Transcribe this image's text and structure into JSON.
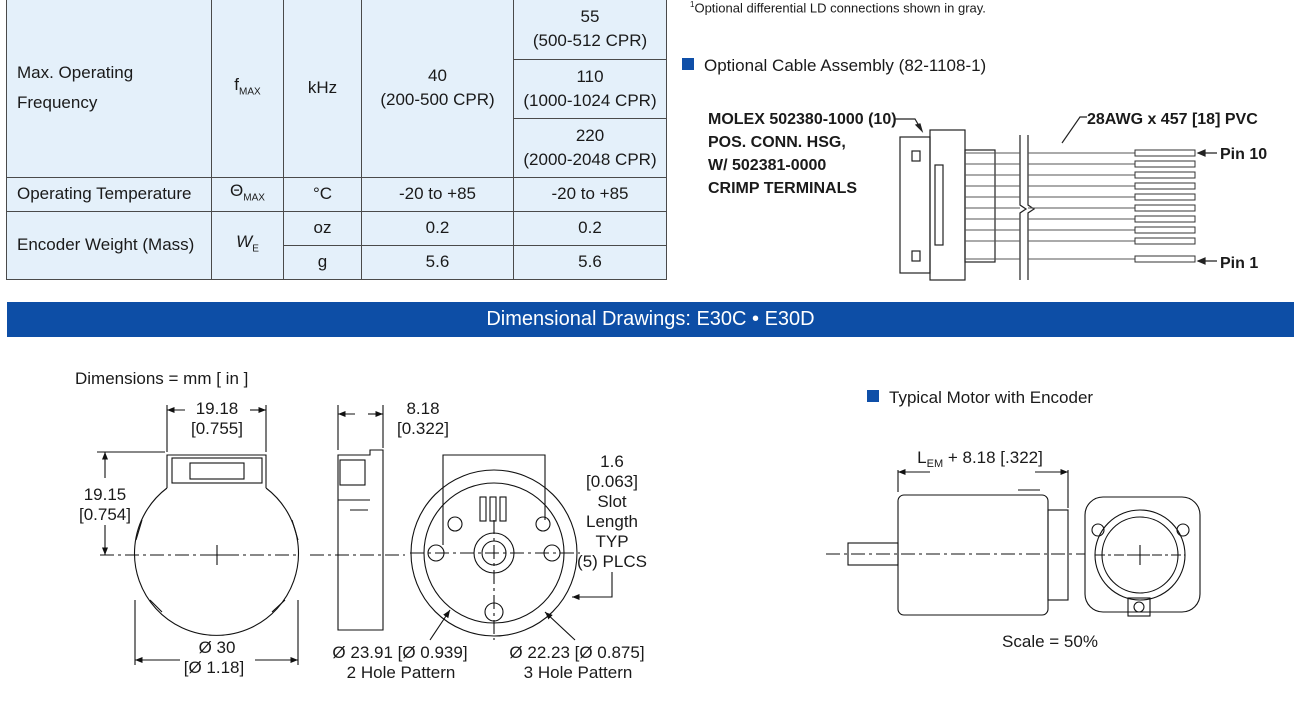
{
  "table": {
    "row_freq": {
      "label": "Max. Operating\nFrequency",
      "sym_main": "f",
      "sym_sub": "MAX",
      "unit": "kHz",
      "col1_value": "40",
      "col1_range": "(200-500 CPR)",
      "col2": [
        {
          "value": "55",
          "range": "(500-512 CPR)"
        },
        {
          "value": "110",
          "range": "(1000-1024 CPR)"
        },
        {
          "value": "220",
          "range": "(2000-2048 CPR)"
        }
      ]
    },
    "row_temp": {
      "label": "Operating Temperature",
      "sym_main": "Θ",
      "sym_sub": "MAX",
      "unit": "°C",
      "col1": "-20 to +85",
      "col2": "-20 to +85"
    },
    "row_weight": {
      "label": "Encoder Weight (Mass)",
      "sym_main": "W",
      "sym_sub": "E",
      "unit_oz": "oz",
      "oz_col1": "0.2",
      "oz_col2": "0.2",
      "unit_g": "g",
      "g_col1": "5.6",
      "g_col2": "5.6"
    }
  },
  "footnote": {
    "marker": "1",
    "text": "Optional differential LD connections shown in gray."
  },
  "cable": {
    "title": "Optional Cable Assembly (82-1108-1)",
    "conn_lines": [
      "MOLEX 502380-1000 (10)",
      "POS. CONN. HSG,",
      "W/ 502381-0000",
      "CRIMP TERMINALS"
    ],
    "wire_label": "28AWG x 457 [18] PVC",
    "pin10": "Pin 10",
    "pin1": "Pin 1"
  },
  "banner": "Dimensional Drawings:  E30C  •  E30D",
  "dims_label": "Dimensions = mm [ in ]",
  "front": {
    "width_mm": "19.18",
    "width_in": "[0.755]",
    "height_mm": "19.15",
    "height_in": "[0.754]",
    "dia_mm": "Ø 30",
    "dia_in": "[Ø 1.18]"
  },
  "side": {
    "depth_mm": "8.18",
    "depth_in": "[0.322]"
  },
  "rear": {
    "slot_lines": [
      "1.6",
      "[0.063]",
      "Slot",
      "Length",
      "TYP",
      "(5) PLCS"
    ],
    "hole2_a": "Ø 23.91  [Ø 0.939]",
    "hole2_b": "2 Hole Pattern",
    "hole3_a": "Ø 22.23  [Ø 0.875]",
    "hole3_b": "3 Hole Pattern"
  },
  "motor": {
    "title": "Typical Motor with Encoder",
    "len_main": "L",
    "len_sub": "EM",
    "len_rest": " + 8.18 [.322]",
    "scale": "Scale = 50%"
  },
  "colors": {
    "banner": "#0d4ea6",
    "table_bg": "#e4f0fa",
    "bullet": "#0f4fa8"
  }
}
